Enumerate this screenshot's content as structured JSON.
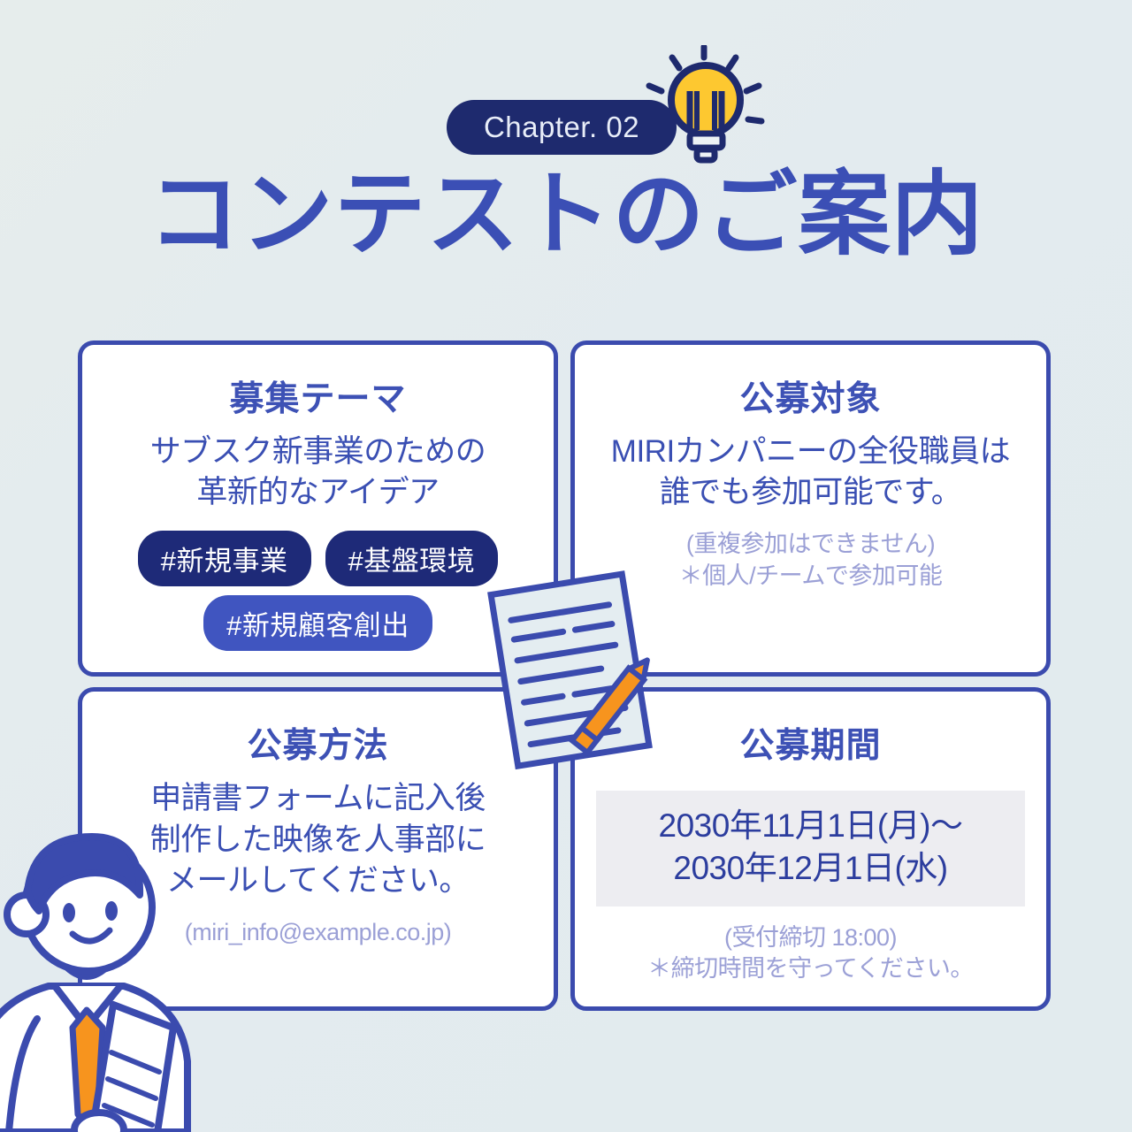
{
  "header": {
    "chapter_label": "Chapter. 02",
    "title": "コンテストのご案内",
    "bulb_icon": "lightbulb-icon"
  },
  "colors": {
    "background": "#E3EBEF",
    "accent_blue": "#3B4BAE",
    "title_blue": "#3B4FB5",
    "navy": "#1E2A6E",
    "tag_dark": "#1E2A78",
    "tag_light": "#4055C0",
    "muted": "#9BA0D6",
    "yellow": "#FDC830",
    "orange": "#F7941E",
    "band_gray": "#EDEDF1"
  },
  "cards": [
    {
      "id": "recruit-theme",
      "title": "募集テーマ",
      "body_lines": [
        "サブスク新事業のための",
        "革新的なアイデア"
      ],
      "tags": [
        {
          "label": "#新規事業",
          "style": "dark"
        },
        {
          "label": "#基盤環境",
          "style": "dark"
        },
        {
          "label": "#新規顧客創出",
          "style": "light"
        }
      ]
    },
    {
      "id": "eligibility",
      "title": "公募対象",
      "body_lines": [
        "MIRIカンパニーの全役職員は",
        "誰でも参加可能です。"
      ],
      "note_lines": [
        "(重複参加はできません)",
        "＊個人/チームで参加可能"
      ]
    },
    {
      "id": "how-to-apply",
      "title": "公募方法",
      "body_lines": [
        "申請書フォームに記入後",
        "制作した映像を人事部に",
        "メールしてください。"
      ],
      "note_lines": [
        "(miri_info@example.co.jp)"
      ]
    },
    {
      "id": "application-period",
      "title": "公募期間",
      "date_lines": [
        "2030年11月1日(月)〜",
        "2030年12月1日(水)"
      ],
      "note_lines": [
        "(受付締切 18:00)",
        "＊締切時間を守ってください。"
      ]
    }
  ],
  "illustrations": {
    "document": "document-pencil-icon",
    "person": "businessman-icon"
  }
}
